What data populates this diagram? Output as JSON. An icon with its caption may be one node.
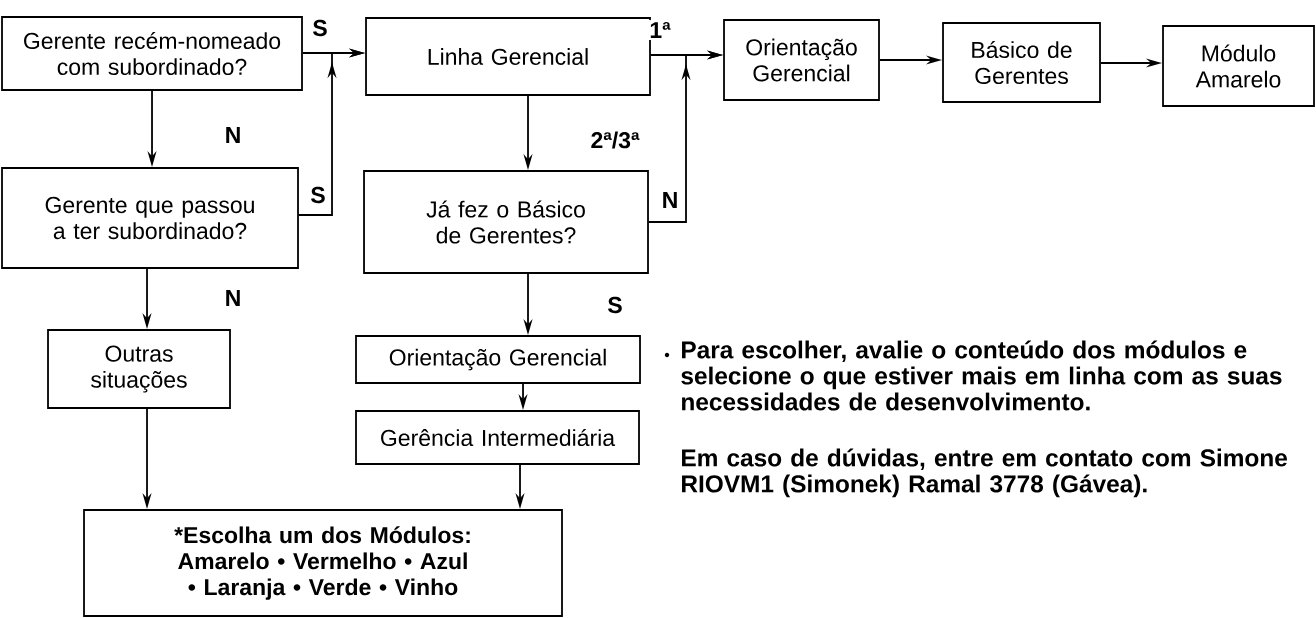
{
  "diagram": {
    "nodes": [
      {
        "text": [
          "Gerente recém-nomeado com subordinado?"
        ]
      },
      {
        "text": [
          "Linha Gerencial"
        ]
      },
      {
        "text": [
          "Orientação Gerencial"
        ]
      },
      {
        "text": [
          "Básico de Gerentes"
        ]
      },
      {
        "text": [
          "Módulo Amarelo"
        ]
      },
      {
        "text": [
          "Gerente que passou a ter subordinado?"
        ]
      },
      {
        "text": [
          "Já fez o Básico de Gerentes?"
        ]
      },
      {
        "text": [
          "Outras situações"
        ]
      },
      {
        "text": [
          "Orientação Gerencial"
        ]
      },
      {
        "text": [
          "Gerência Intermediária"
        ]
      },
      {
        "text": [
          "*Escolha um dos Módulos:",
          "Amarelo • Vermelho • Azul • Laranja • Verde • Vinho"
        ]
      }
    ],
    "edges": [
      {
        "from": 0,
        "to": 1,
        "arrow": "to",
        "label": "S"
      },
      {
        "from": 0,
        "to": 5,
        "arrow": "to",
        "label": "N"
      },
      {
        "from": 5,
        "to": 1,
        "arrow": "to",
        "label": "S"
      },
      {
        "from": 1,
        "to": 2,
        "arrow": "to",
        "label": "1ª"
      },
      {
        "from": 1,
        "to": 6,
        "arrow": "to",
        "label": "2ª/3ª"
      },
      {
        "from": 6,
        "to": 2,
        "arrow": "to",
        "label": "N"
      },
      {
        "from": 2,
        "to": 3,
        "arrow": "to"
      },
      {
        "from": 3,
        "to": 4,
        "arrow": "to"
      },
      {
        "from": 5,
        "to": 7,
        "arrow": "to",
        "label": "N"
      },
      {
        "from": 6,
        "to": 8,
        "arrow": "to",
        "label": "S"
      },
      {
        "from": 8,
        "to": 9,
        "arrow": "to"
      },
      {
        "from": 7,
        "to": 10,
        "arrow": "to"
      },
      {
        "from": 9,
        "to": 10,
        "arrow": "to"
      }
    ],
    "labels": [
      "Para escolher, avalie o conteúdo dos módulos e selecione o que estiver mais em linha com as suas necessidades de desenvolvimento.",
      "Em caso de dúvidas, entre em contato com Simone RIOVM1 (Simonek) Ramal 3778 (Gávea)."
    ]
  }
}
